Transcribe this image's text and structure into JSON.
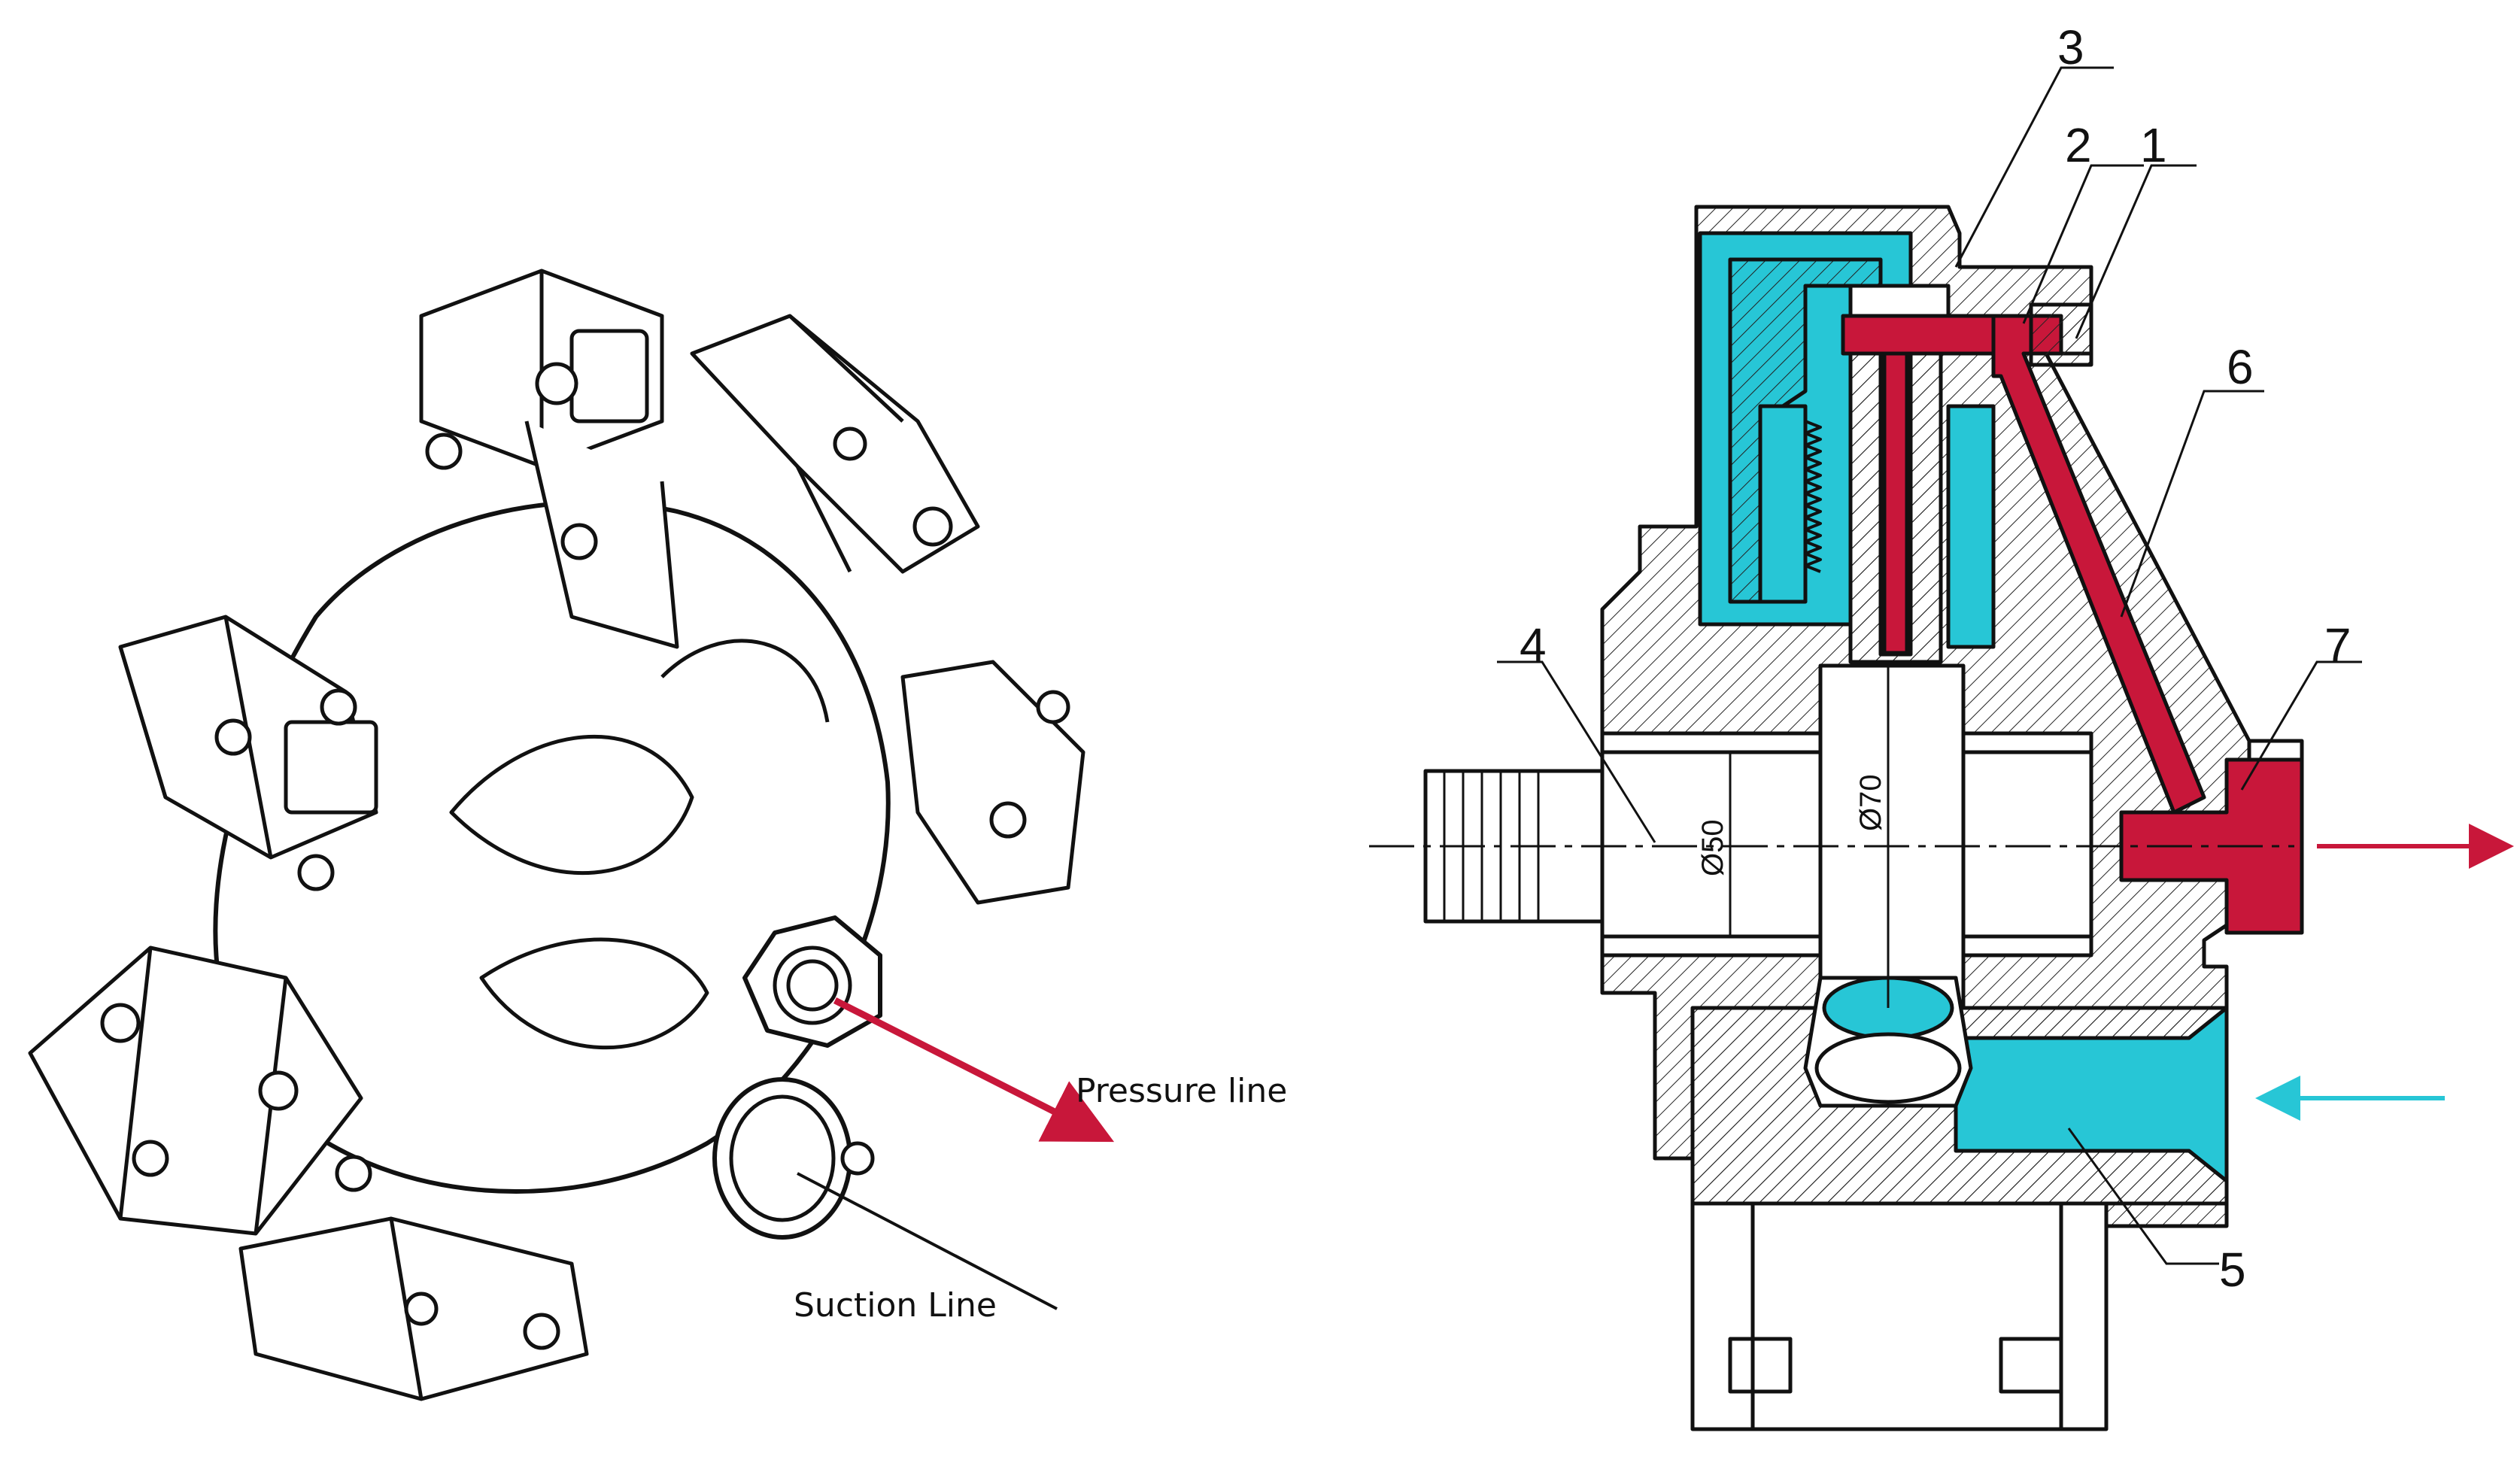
{
  "left_figure": {
    "pressure_label": "Pressure line",
    "suction_label": "Suction Line"
  },
  "right_figure": {
    "callouts": [
      "1",
      "2",
      "3",
      "4",
      "5",
      "6",
      "7"
    ],
    "dims": [
      "Ø50",
      "Ø70"
    ]
  },
  "colors": {
    "pressure": "#c8173a",
    "suction": "#27c6d6",
    "line": "#111111"
  }
}
